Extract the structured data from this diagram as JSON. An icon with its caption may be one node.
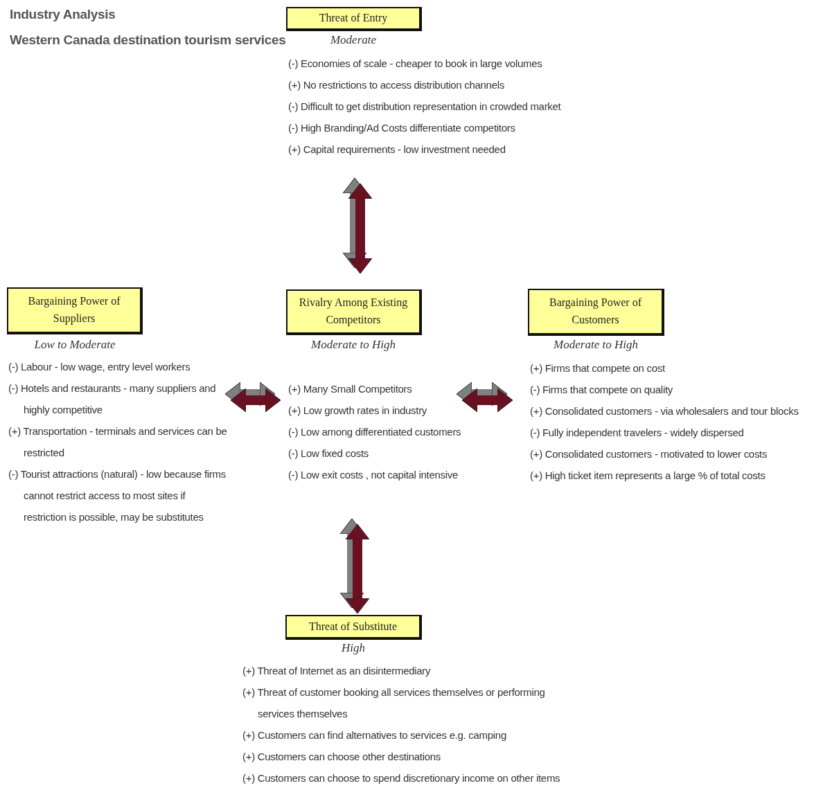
{
  "diagram": {
    "title": "Industry Analysis",
    "nodes": [
      {
        "text": [
          "Threat of Entry"
        ],
        "beside": [
          "Moderate",
          "(-) Economies of scale - cheaper to book in large volumes",
          "(+) No restrictions to access distribution channels",
          "(-) Difficult to get distribution representation in crowded market",
          "(-) High Branding/Ad Costs differentiate competitors",
          "(+) Capital requirements - low investment needed"
        ]
      },
      {
        "text": [
          "Bargaining Power of Suppliers"
        ],
        "beside": [
          "Low to Moderate",
          "(-) Labour - low wage, entry level workers",
          "(-) Hotels and restaurants - many suppliers and highly competitive",
          "(+) Transportation - terminals and services can be restricted",
          "(-) Tourist attractions (natural) - low because firms cannot restrict access to most sites if restriction is possible, may be substitutes"
        ]
      },
      {
        "text": [
          "Rivalry Among Existing Competitors"
        ],
        "beside": [
          "Moderate to High",
          "(+) Many Small Competitors",
          "(+) Low growth rates in industry",
          "(-) Low among differentiated customers",
          "(-) Low fixed costs",
          "(-) Low exit costs , not capital intensive"
        ]
      },
      {
        "text": [
          "Bargaining Power of Customers"
        ],
        "beside": [
          "Moderate to High",
          "(+) Firms that compete on cost",
          "(-) Firms that compete on quality",
          "(+) Consolidated customers - via wholesalers and tour blocks",
          "(-) Fully independent travelers - widely dispersed",
          "(+) Consolidated customers - motivated to lower costs",
          "(+) High ticket item represents a large % of total costs"
        ]
      },
      {
        "text": [
          "Threat of Substitute"
        ],
        "beside": [
          "High",
          "(+) Threat of Internet as an disintermediary",
          "(+) Threat of customer booking all services themselves or performing services themselves",
          "(+) Customers can find alternatives to services e.g. camping",
          "(+) Customers can choose other destinations",
          "(+) Customers can choose to spend discretionary income on other items"
        ]
      }
    ],
    "edges": [
      {
        "from": 2,
        "to": 0,
        "arrow": "both"
      },
      {
        "from": 2,
        "to": 1,
        "arrow": "both"
      },
      {
        "from": 2,
        "to": 3,
        "arrow": "both"
      },
      {
        "from": 2,
        "to": 4,
        "arrow": "both"
      }
    ],
    "labels": [
      "Western Canada destination tourism services"
    ]
  }
}
